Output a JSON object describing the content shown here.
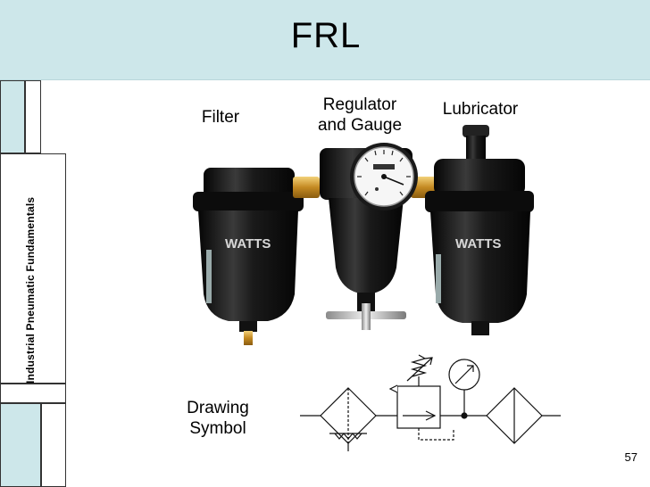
{
  "slide": {
    "title": "FRL",
    "sidebar_text": "Industrial Pneumatic Fundamentals",
    "page_number": "57"
  },
  "labels": {
    "filter": "Filter",
    "regulator_line1": "Regulator",
    "regulator_line2": "and Gauge",
    "lubricator": "Lubricator",
    "drawing_line1": "Drawing",
    "drawing_line2": "Symbol"
  },
  "product": {
    "brand_left": "WATTS",
    "brand_right": "WATTS"
  },
  "colors": {
    "title_bar": "#cde7ea",
    "body_black": "#151515",
    "brass": "#d7a23a"
  }
}
